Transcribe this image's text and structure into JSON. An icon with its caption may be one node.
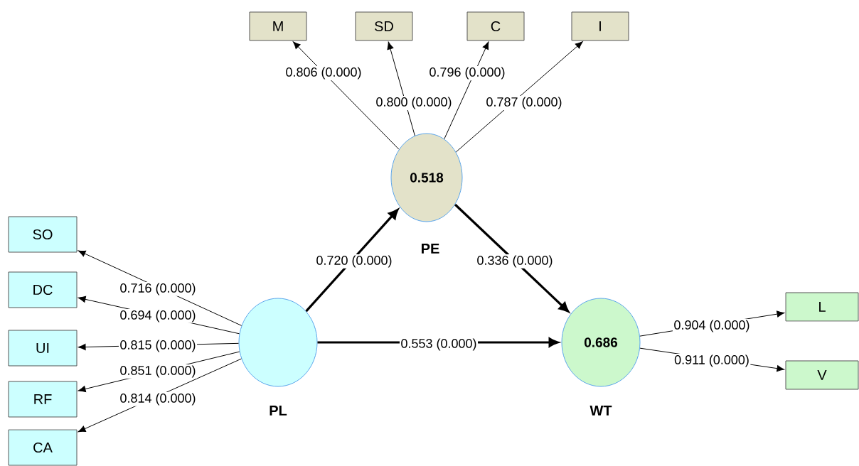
{
  "diagram": {
    "nodes": [
      {
        "text": [
          "M"
        ]
      },
      {
        "text": [
          "SD"
        ]
      },
      {
        "text": [
          "C"
        ]
      },
      {
        "text": [
          "I"
        ]
      },
      {
        "text": [
          "0.518",
          "PE"
        ]
      },
      {
        "text": [
          "SO"
        ]
      },
      {
        "text": [
          "DC"
        ]
      },
      {
        "text": [
          "UI"
        ]
      },
      {
        "text": [
          "RF"
        ]
      },
      {
        "text": [
          "CA"
        ]
      },
      {
        "text": [
          "PL"
        ]
      },
      {
        "text": [
          "0.686",
          "WT"
        ]
      },
      {
        "text": [
          "L"
        ]
      },
      {
        "text": [
          "V"
        ]
      }
    ],
    "edges": [
      {
        "from": 4,
        "to": 0,
        "arrow": "to",
        "label": "0.806 (0.000)"
      },
      {
        "from": 4,
        "to": 1,
        "arrow": "to",
        "label": "0.800 (0.000)"
      },
      {
        "from": 4,
        "to": 2,
        "arrow": "to",
        "label": "0.796 (0.000)"
      },
      {
        "from": 4,
        "to": 3,
        "arrow": "to",
        "label": "0.787 (0.000)"
      },
      {
        "from": 10,
        "to": 5,
        "arrow": "to",
        "label": "0.716 (0.000)"
      },
      {
        "from": 10,
        "to": 6,
        "arrow": "to",
        "label": "0.694 (0.000)"
      },
      {
        "from": 10,
        "to": 7,
        "arrow": "to",
        "label": "0.815 (0.000)"
      },
      {
        "from": 10,
        "to": 8,
        "arrow": "to",
        "label": "0.851 (0.000)"
      },
      {
        "from": 10,
        "to": 9,
        "arrow": "to",
        "label": "0.814 (0.000)"
      },
      {
        "from": 10,
        "to": 4,
        "arrow": "to",
        "label": "0.720 (0.000)",
        "style": "thick"
      },
      {
        "from": 4,
        "to": 11,
        "arrow": "to",
        "label": "0.336 (0.000)",
        "style": "thick"
      },
      {
        "from": 10,
        "to": 11,
        "arrow": "to",
        "label": "0.553 (0.000)",
        "style": "thick"
      },
      {
        "from": 11,
        "to": 12,
        "arrow": "to",
        "label": "0.904 (0.000)"
      },
      {
        "from": 11,
        "to": 13,
        "arrow": "to",
        "label": "0.911 (0.000)"
      }
    ]
  }
}
